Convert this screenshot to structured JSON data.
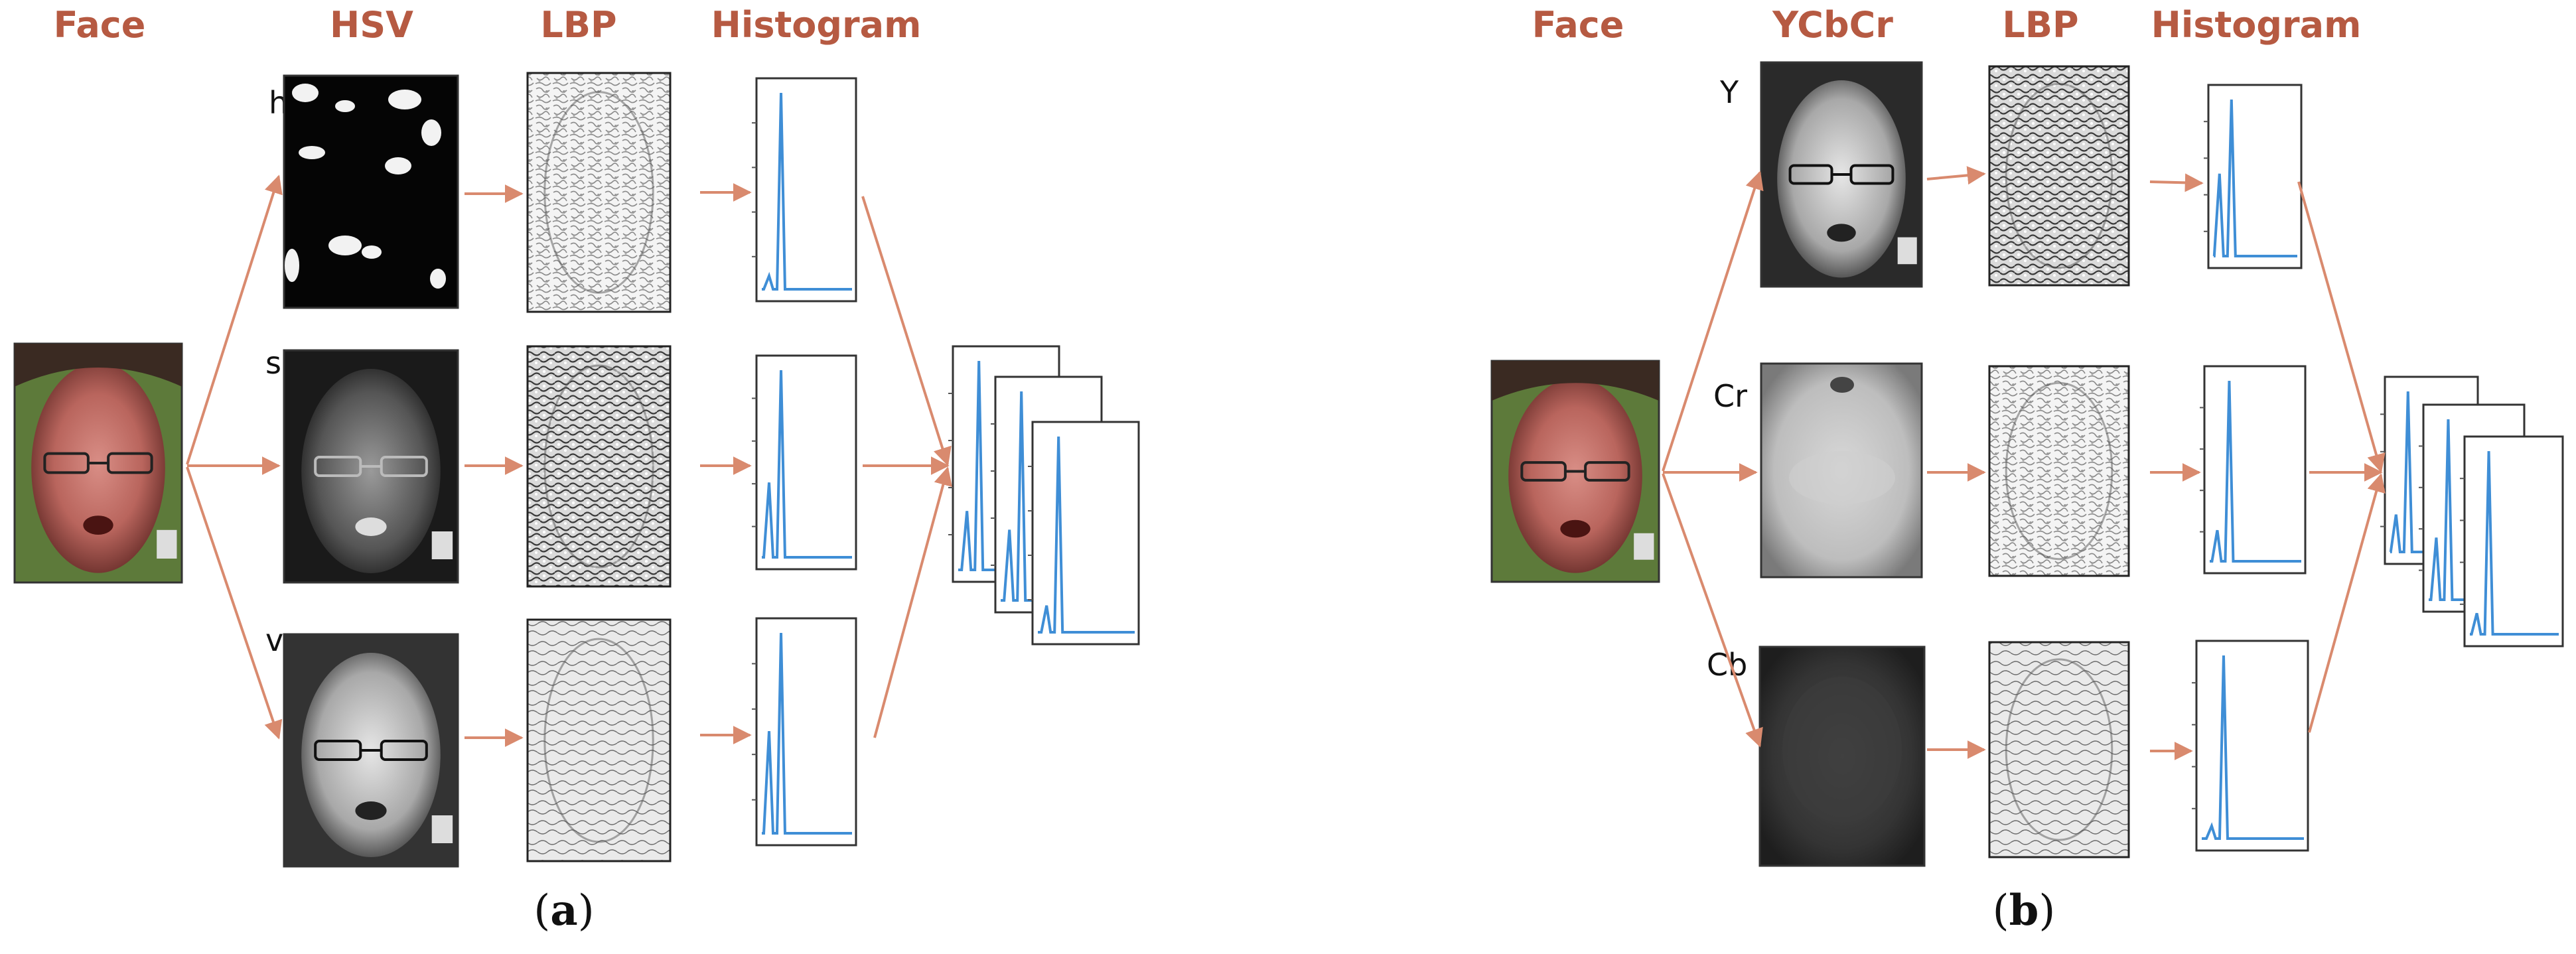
{
  "panel_a": {
    "headers": {
      "face": "Face",
      "space": "HSV",
      "lbp": "LBP",
      "histogram": "Histogram"
    },
    "channels": [
      "h",
      "s",
      "v"
    ],
    "caption": {
      "open": "(",
      "letter": "a",
      "close": ")"
    }
  },
  "panel_b": {
    "headers": {
      "face": "Face",
      "space": "YCbCr",
      "lbp": "LBP",
      "histogram": "Histogram"
    },
    "channels": [
      "Y",
      "Cr",
      "Cb"
    ],
    "caption": {
      "open": "(",
      "letter": "b",
      "close": ")"
    }
  },
  "colors": {
    "header": "#b65a42",
    "arrow": "#d98a6e",
    "histogram_line": "#3f8ed6"
  }
}
